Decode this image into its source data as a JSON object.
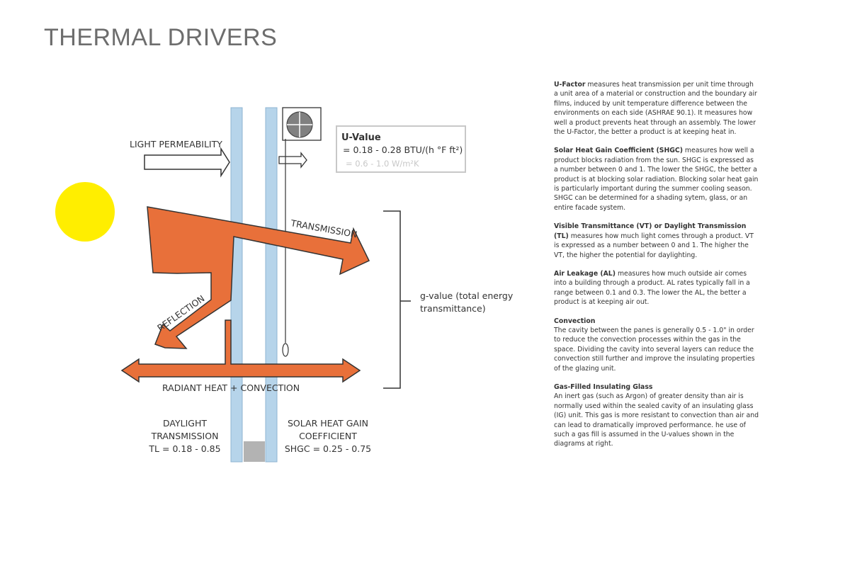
{
  "page": {
    "title": "THERMAL DRIVERS"
  },
  "diagram": {
    "light_permeability_label": "LIGHT PERMEABILITY",
    "transmission_label": "TRANSMISSION",
    "reflection_label": "REFLECTION",
    "radiant_heat_label": "RADIANT HEAT + CONVECTION",
    "g_value_line1": "g-value (total energy",
    "g_value_line2": "transmittance)",
    "u_value": {
      "title": "U-Value",
      "imperial": "= 0.18 - 0.28 BTU/(h °F ft²)",
      "metric": "= 0.6 - 1.0 W/m²K"
    },
    "daylight": {
      "line1": "DAYLIGHT",
      "line2": "TRANSMISSION",
      "line3": "TL = 0.18 - 0.85"
    },
    "shgc": {
      "line1": "SOLAR HEAT GAIN",
      "line2": "COEFFICIENT",
      "line3": "SHGC = 0.25 - 0.75"
    },
    "colors": {
      "sun": "#ffee00",
      "arrow": "#e8703a",
      "glass": "#b6d4ea",
      "gray_box": "#b3b3b3"
    }
  },
  "definitions": [
    {
      "term": "U-Factor",
      "text": " measures heat transmission per unit time through a unit area of a material or construction and the boundary air films, induced by unit temperature difference between the environments on each side (ASHRAE 90.1). It measures how well a product prevents heat through an assembly. The lower the U-Factor, the better a product is at keeping heat in."
    },
    {
      "term": "Solar Heat Gain Coefficient (SHGC)",
      "text": " measures how well a product blocks radiation from the sun. SHGC is expressed as a number between 0 and 1. The lower the SHGC, the better a product is at blocking solar radiation. Blocking solar heat gain is particularly important during the summer cooling season. SHGC can be determined for a shading sytem, glass, or an entire facade system."
    },
    {
      "term": "Visible Transmittance (VT) or Daylight Transmission (TL)",
      "text": " measures how much light comes through a product. VT is expressed as a number between 0 and 1. The higher the VT, the higher the potential for daylighting."
    },
    {
      "term": "Air Leakage (AL)",
      "text": " measures how much outside air comes into a building through a product. AL rates typically fall in a range between 0.1 and 0.3. The lower the AL, the better a product is at keeping air out."
    },
    {
      "term": "Convection",
      "text": "The cavity between the panes is generally 0.5 - 1.0\" in order to reduce the convection processes within the gas in the space. Dividing the cavity into several layers can reduce the convection still further and improve the insulating properties of the glazing unit."
    },
    {
      "term": "Gas-Filled Insulating Glass",
      "text": "An inert gas (such as Argon) of greater density than air is normally used within the sealed cavity of an insulating glass (IG) unit. This gas is more resistant to convection than air and can lead to dramatically improved performance. he use of such a gas fill is assumed in the U-values shown in the diagrams at right."
    }
  ]
}
